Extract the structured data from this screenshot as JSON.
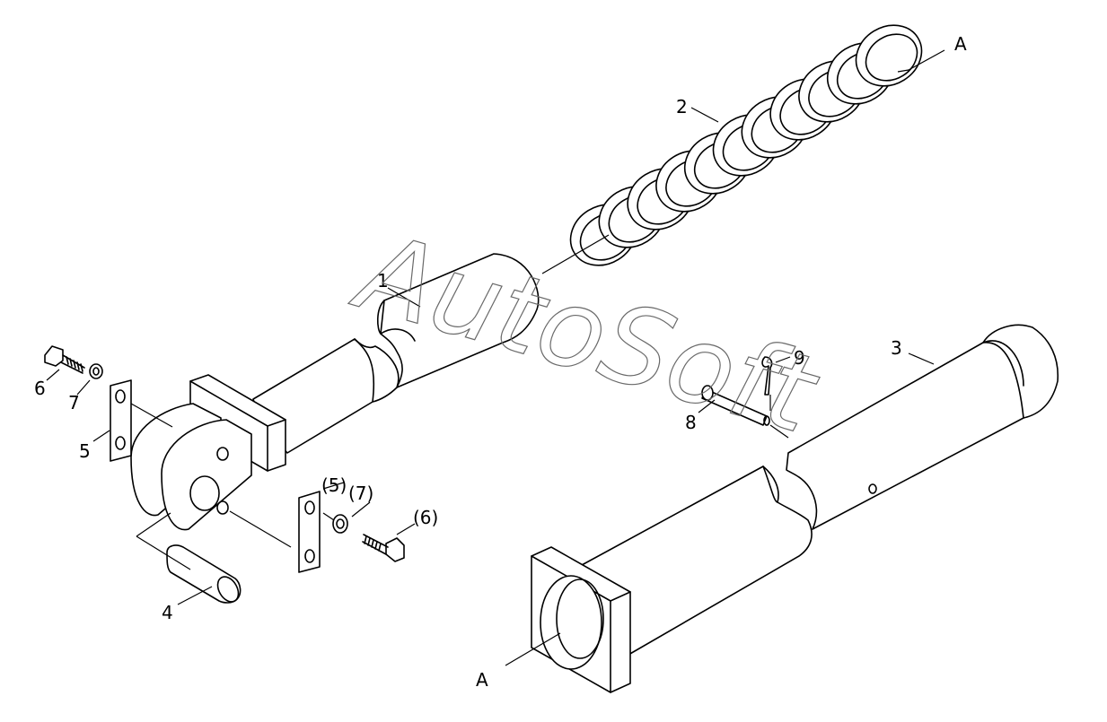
{
  "watermark": "AutoSoft",
  "callouts": {
    "c1": "1",
    "c2": "2",
    "c3": "3",
    "c4": "4",
    "c5": "5",
    "c5p": "(5)",
    "c6": "6",
    "c6p": "(6)",
    "c7": "7",
    "c7p": "(7)",
    "c8": "8",
    "c9": "9",
    "a_top": "A",
    "a_bottom": "A"
  }
}
